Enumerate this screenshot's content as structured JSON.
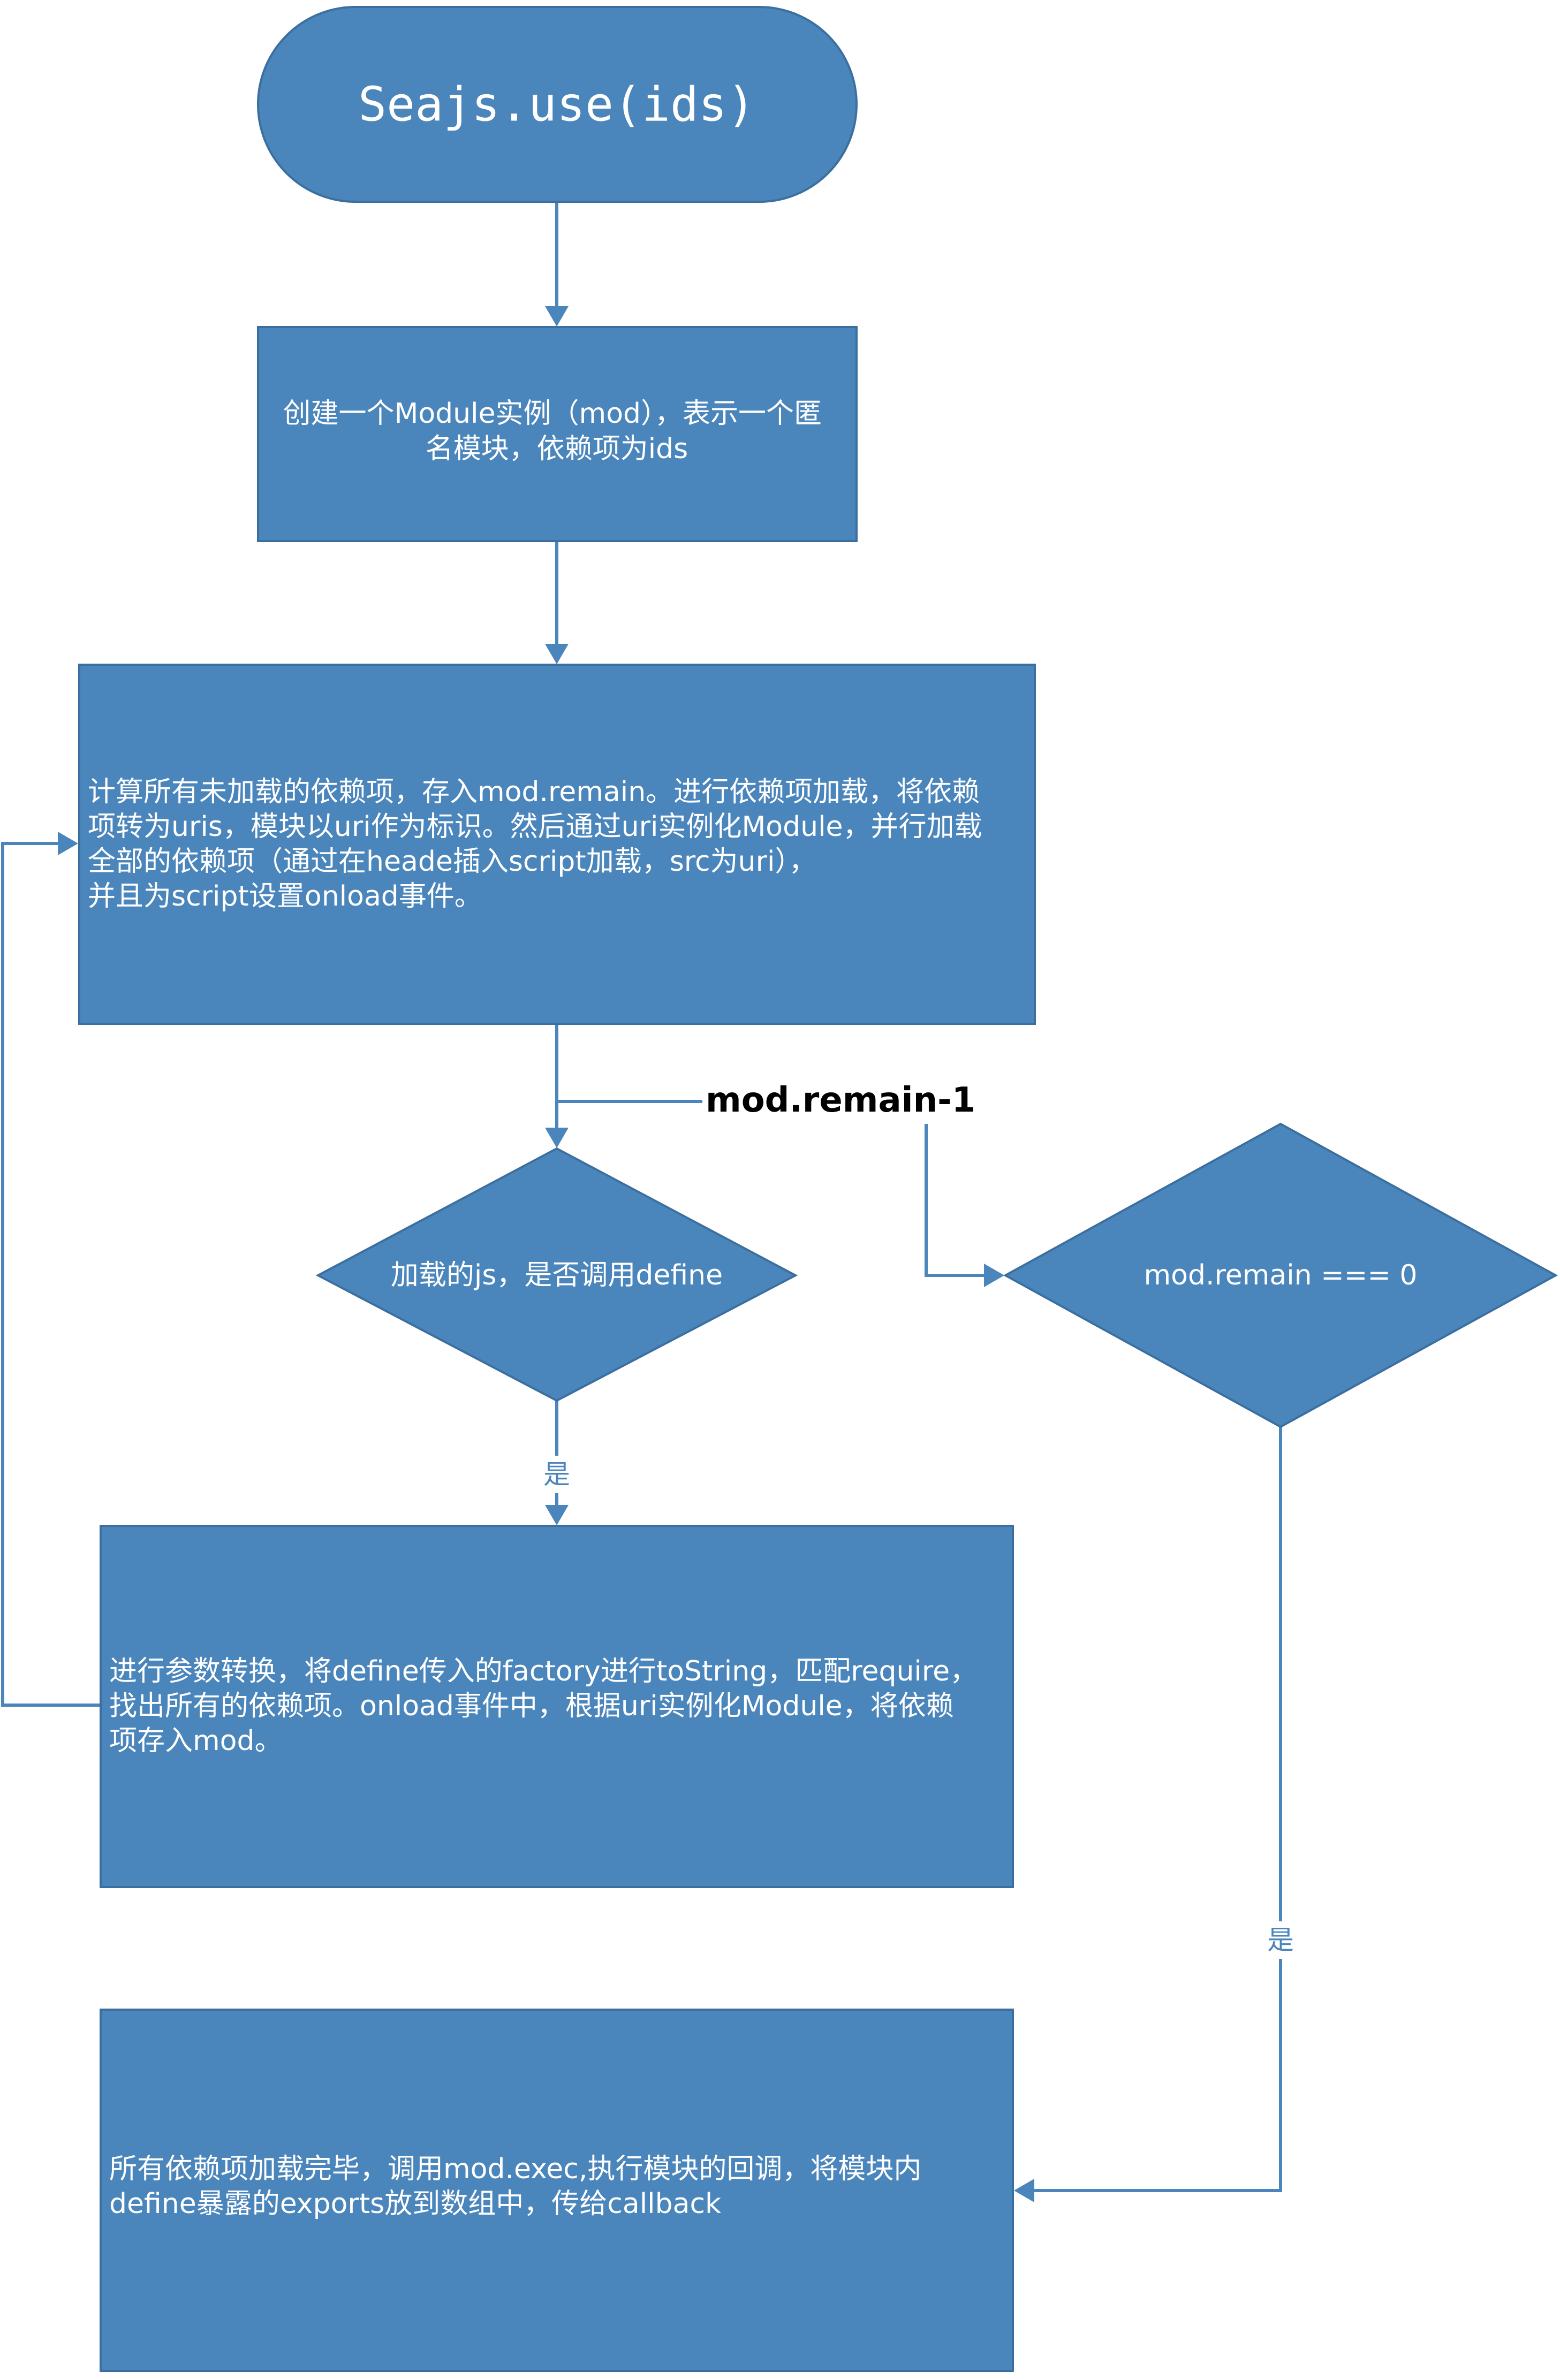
{
  "diagram": {
    "start": {
      "label": "Seajs.use(ids)"
    },
    "step1": {
      "lines": [
        "创建一个Module实例（mod），表示一个匿",
        "名模块，依赖项为ids"
      ]
    },
    "step2": {
      "lines": [
        "计算所有未加载的依赖项，存入mod.remain。进行依赖项加载，将依赖",
        "项转为uris，模块以uri作为标识。然后通过uri实例化Module，并行加载",
        "全部的依赖项（通过在heade插入script加载，src为uri），",
        "并且为script设置onload事件。"
      ]
    },
    "decision_define": {
      "label": "加载的js，是否调用define"
    },
    "decision_remain": {
      "label": "mod.remain === 0"
    },
    "step3": {
      "lines": [
        "进行参数转换，将define传入的factory进行toString，匹配require，",
        "找出所有的依赖项。onload事件中，根据uri实例化Module，将依赖",
        "项存入mod。"
      ]
    },
    "step4": {
      "lines": [
        "所有依赖项加载完毕，调用mod.exec,执行模块的回调，将模块内",
        "define暴露的exports放到数组中，传给callback"
      ]
    },
    "edge_labels": {
      "remain_minus": "mod.remain-1",
      "yes_define": "是",
      "yes_remain": "是"
    }
  },
  "colors": {
    "node_fill": "#4a85bb",
    "node_stroke": "#3b6f9f",
    "node_text": "#ffffff",
    "connector": "#4a85bb"
  }
}
